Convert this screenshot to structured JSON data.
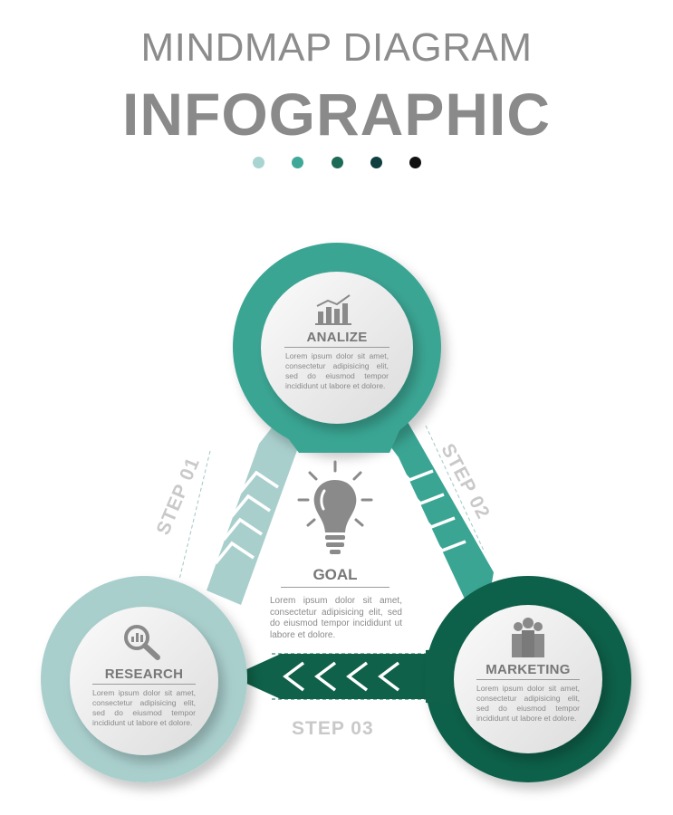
{
  "header": {
    "title_line1": "MINDMAP DIAGRAM",
    "title_line2": "INFOGRAPHIC",
    "dot_colors": [
      "#a8d5d2",
      "#3fa898",
      "#1c6b57",
      "#0f3f3f",
      "#111111"
    ]
  },
  "colors": {
    "teal": "#3aa593",
    "light_teal": "#a9cfcd",
    "dark_green": "#0f6149",
    "text_gray": "#7a7a7a",
    "step_gray": "#c9c9c9"
  },
  "nodes": {
    "analize": {
      "icon": "bar-chart-icon",
      "title": "ANALIZE",
      "text": "Lorem ipsum dolor sit amet, consectetur adipisicing elit, sed do eiusmod tempor incididunt ut labore et dolore."
    },
    "research": {
      "icon": "magnifier-chart-icon",
      "title": "RESEARCH",
      "text": "Lorem ipsum dolor sit amet, consectetur adipisicing elit, sed do eiusmod tempor incididunt ut labore et dolore."
    },
    "marketing": {
      "icon": "people-group-icon",
      "title": "MARKETING",
      "text": "Lorem ipsum dolor sit amet, consectetur adipisicing elit, sed do eiusmod tempor incididunt ut labore et dolore."
    }
  },
  "center": {
    "icon": "lightbulb-icon",
    "title": "GOAL",
    "text": "Lorem ipsum dolor sit amet, consectetur adipisicing elit, sed do eiusmod tempor incididunt ut labore et dolore."
  },
  "steps": {
    "step1": "STEP 01",
    "step2": "STEP 02",
    "step3": "STEP 03"
  }
}
